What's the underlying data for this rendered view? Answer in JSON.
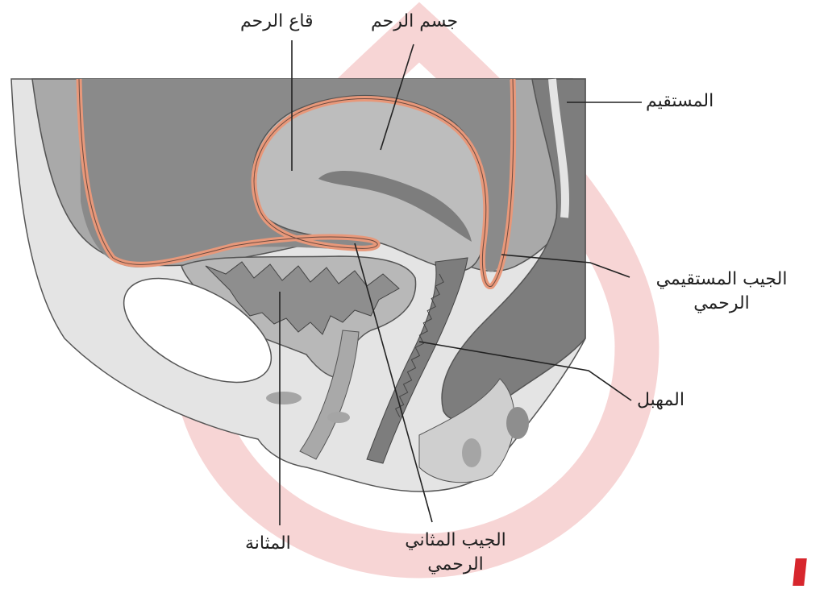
{
  "labels": {
    "uterine_fundus": "قاع الرحم",
    "uterine_body": "جسم الرحم",
    "rectum": "المستقيم",
    "rectouterine_pouch_line1": "الجيب المستقيمي",
    "rectouterine_pouch_line2": "الرحمي",
    "vagina": "المهبل",
    "bladder": "المثانة",
    "vesicouterine_pouch_line1": "الجيب المثاني",
    "vesicouterine_pouch_line2": "الرحمي"
  },
  "colors": {
    "peritoneum": "#e8987a",
    "dark_tissue": "#7d7d7d",
    "mid_tissue": "#a9a9a9",
    "light_tissue": "#cfcfcf",
    "pale_tissue": "#e4e4e4",
    "watermark": "#f2cccc",
    "corner_mark": "#d7262d"
  }
}
